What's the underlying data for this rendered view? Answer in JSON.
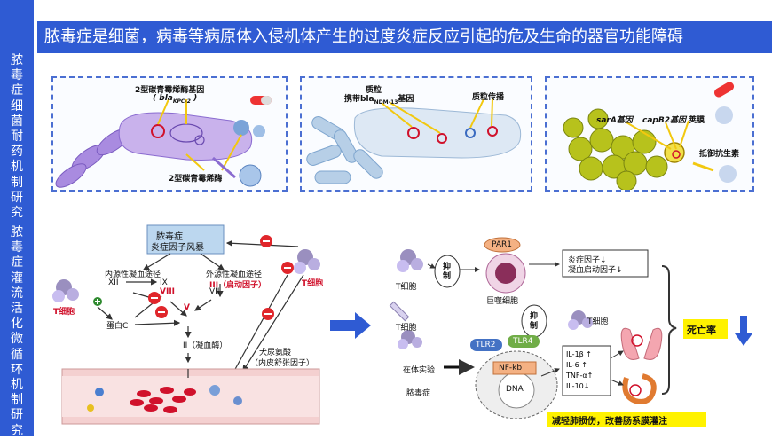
{
  "sidebar": {
    "heading1": "脓毒症细菌耐药机制研究",
    "heading2": "脓毒症灌流活化微循环机制研究"
  },
  "title": "脓毒症是细菌，病毒等病原体入侵机体产生的过度炎症反应引起的危及生命的器官功能障碍",
  "panel1": {
    "label_top": "2型碳青霉烯酶基因",
    "label_gene": "( bla",
    "label_gene_sub": "KPC-2",
    "label_gene_end": " )",
    "label_bottom": "2型碳青霉烯酶"
  },
  "panel2": {
    "label_plasmid": "质粒",
    "label_carry": "携带bla",
    "label_carry_sub": "NDM-13",
    "label_carry_end": "基因",
    "label_transfer": "质粒传播"
  },
  "panel3": {
    "label_sara": "sarA基因",
    "label_capb2": "capB2基因",
    "label_capsule": "荚膜",
    "label_resist": "抵御抗生素"
  },
  "mech": {
    "storm_line1": "脓毒症",
    "storm_line2": "炎症因子风暴",
    "intrinsic": "内源性凝血途径",
    "extrinsic": "外源性凝血途径",
    "xii": "XII",
    "ix": "IX",
    "viii": "VIII",
    "vii": "VII",
    "iii": "III（启动因子）",
    "v": "V",
    "ii": "II（凝血酶）",
    "protein_c": "蛋白C",
    "t_cell": "T细胞",
    "t_cell_right": "T细胞",
    "nitric": "犬尿氨酸",
    "nitric_sub": "（内皮舒张因子）",
    "plus": "+",
    "minus": "−"
  },
  "right": {
    "tcell1": "T细胞",
    "inhibit1": "抑\n制",
    "par1": "PAR1",
    "macrophage": "巨噬细胞",
    "outcome1_l1": "炎症因子↓",
    "outcome1_l2": "凝血启动因子↓",
    "tcell2": "T细胞",
    "inhibit2": "抑\n制",
    "tcell3": "T细胞",
    "invivo": "在体实验",
    "sepsis": "脓毒症",
    "tlr2": "TLR2",
    "tlr4": "TLR4",
    "nfkb": "NF-kb",
    "dna": "DNA",
    "cytokines": [
      "IL-1β ↑",
      "IL-6 ↑",
      "TNF-α↑",
      "IL-10↓"
    ],
    "death": "死亡率",
    "bottom_note": "减轻肺损伤，改善肠系膜灌注"
  },
  "colors": {
    "accent": "#2f5bd3",
    "red": "#d0112b",
    "yellow_box": "#fff200",
    "storm_box": "#bcd7ef",
    "tlr_green": "#70ad47",
    "tlr_blue": "#4472c4",
    "par_orange": "#f4b183"
  }
}
